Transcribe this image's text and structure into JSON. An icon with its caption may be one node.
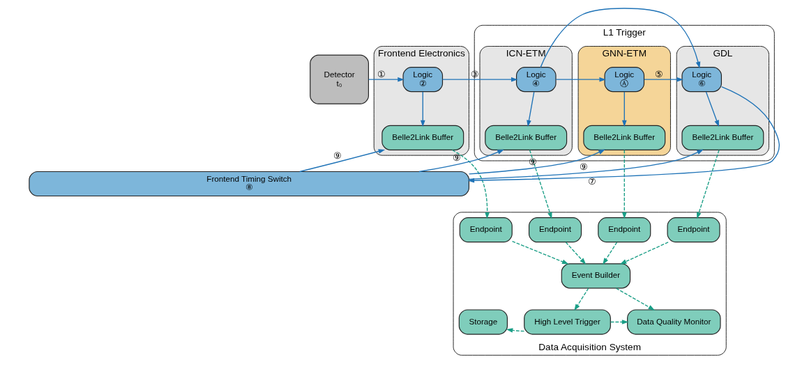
{
  "diagram": {
    "nodes": [
      {
        "text": [
          "Detector",
          "t₀"
        ]
      },
      {
        "text": [
          "Frontend Electronics"
        ]
      },
      {
        "text": [
          "Logic",
          "②"
        ],
        "in": 1
      },
      {
        "text": [
          "Belle2Link Buffer"
        ],
        "in": 1
      },
      {
        "text": [
          "L1 Trigger"
        ]
      },
      {
        "text": [
          "ICN-ETM"
        ],
        "in": 4
      },
      {
        "text": [
          "Logic",
          "④"
        ],
        "in": 5
      },
      {
        "text": [
          "Belle2Link Buffer"
        ],
        "in": 5
      },
      {
        "text": [
          "GNN-ETM"
        ],
        "in": 4
      },
      {
        "text": [
          "Logic",
          "Ⓐ"
        ],
        "in": 8
      },
      {
        "text": [
          "Belle2Link Buffer"
        ],
        "in": 8
      },
      {
        "text": [
          "GDL"
        ],
        "in": 4
      },
      {
        "text": [
          "Logic",
          "⑥"
        ],
        "in": 11
      },
      {
        "text": [
          "Belle2Link Buffer"
        ],
        "in": 11
      },
      {
        "text": [
          "Frontend Timing Switch",
          "⑧"
        ]
      },
      {
        "text": [
          "Data Acquisition System"
        ]
      },
      {
        "text": [
          "Endpoint"
        ],
        "in": 15
      },
      {
        "text": [
          "Endpoint"
        ],
        "in": 15
      },
      {
        "text": [
          "Endpoint"
        ],
        "in": 15
      },
      {
        "text": [
          "Endpoint"
        ],
        "in": 15
      },
      {
        "text": [
          "Event Builder"
        ],
        "in": 15
      },
      {
        "text": [
          "Storage"
        ],
        "in": 15
      },
      {
        "text": [
          "High Level Trigger"
        ],
        "in": 15
      },
      {
        "text": [
          "Data Quality Monitor"
        ],
        "in": 15
      }
    ],
    "edges": [
      {
        "from": 0,
        "to": 2,
        "arrow": "to",
        "label": "①"
      },
      {
        "from": 2,
        "to": 3,
        "arrow": "to"
      },
      {
        "from": 2,
        "to": 6,
        "arrow": "to",
        "label": "③"
      },
      {
        "from": 6,
        "to": 7,
        "arrow": "to"
      },
      {
        "from": 6,
        "to": 9,
        "arrow": "to"
      },
      {
        "from": 6,
        "to": 12,
        "arrow": "to"
      },
      {
        "from": 9,
        "to": 12,
        "arrow": "to",
        "label": "⑤"
      },
      {
        "from": 9,
        "to": 10,
        "arrow": "to"
      },
      {
        "from": 12,
        "to": 13,
        "arrow": "to"
      },
      {
        "from": 12,
        "to": 14,
        "arrow": "to",
        "label": "⑦"
      },
      {
        "from": 14,
        "to": 3,
        "arrow": "to",
        "label": "⑨"
      },
      {
        "from": 14,
        "to": 7,
        "arrow": "to",
        "label": "⑨"
      },
      {
        "from": 14,
        "to": 10,
        "arrow": "to",
        "label": "⑨"
      },
      {
        "from": 14,
        "to": 13,
        "arrow": "to",
        "label": "⑨"
      },
      {
        "from": 3,
        "to": 16,
        "arrow": "to",
        "style": "dashed",
        "color": "#1a9e86"
      },
      {
        "from": 7,
        "to": 17,
        "arrow": "to",
        "style": "dashed",
        "color": "#1a9e86"
      },
      {
        "from": 10,
        "to": 18,
        "arrow": "to",
        "style": "dashed",
        "color": "#1a9e86"
      },
      {
        "from": 13,
        "to": 19,
        "arrow": "to",
        "style": "dashed",
        "color": "#1a9e86"
      },
      {
        "from": 16,
        "to": 20,
        "arrow": "to",
        "style": "dashed",
        "color": "#1a9e86"
      },
      {
        "from": 17,
        "to": 20,
        "arrow": "to",
        "style": "dashed",
        "color": "#1a9e86"
      },
      {
        "from": 18,
        "to": 20,
        "arrow": "to",
        "style": "dashed",
        "color": "#1a9e86"
      },
      {
        "from": 19,
        "to": 20,
        "arrow": "to",
        "style": "dashed",
        "color": "#1a9e86"
      },
      {
        "from": 20,
        "to": 22,
        "arrow": "to",
        "style": "dashed",
        "color": "#1a9e86"
      },
      {
        "from": 20,
        "to": 23,
        "arrow": "to",
        "style": "dashed",
        "color": "#1a9e86"
      },
      {
        "from": 22,
        "to": 21,
        "arrow": "to",
        "style": "dashed",
        "color": "#1a9e86"
      },
      {
        "from": 22,
        "to": 23,
        "arrow": "to",
        "style": "dashed",
        "color": "#1a9e86"
      }
    ]
  }
}
